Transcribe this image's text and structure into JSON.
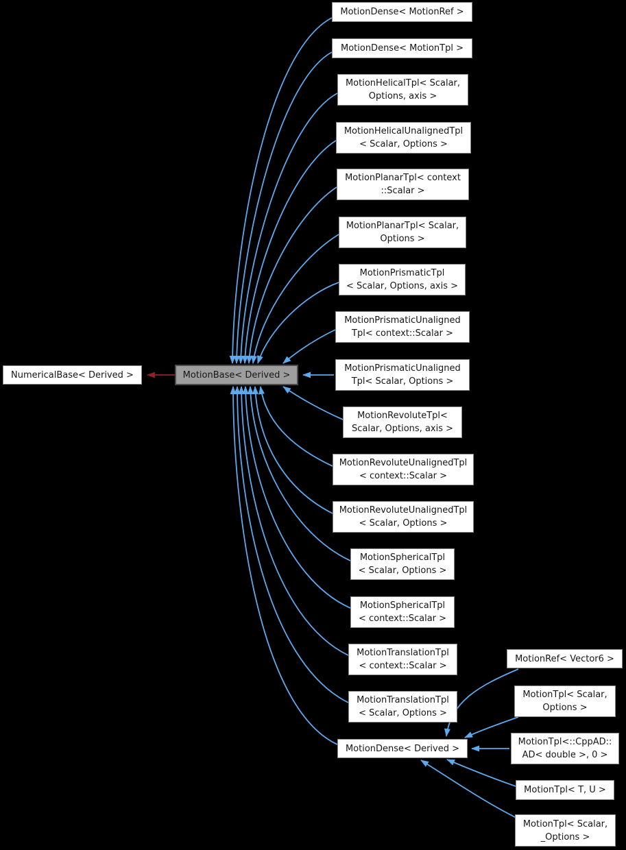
{
  "colors": {
    "background": "#000000",
    "edge_inheritance": "#5da9ee",
    "edge_secondary": "#8e2424",
    "node_fill": "#ffffff",
    "node_border": "#878787",
    "focus_fill": "#9e9e9e",
    "focus_border": "#4c4c4c",
    "text": "#161616"
  },
  "nodes": [
    {
      "id": "motion-dense-motion-ref",
      "lines": [
        "MotionDense< MotionRef >"
      ],
      "role": "default"
    },
    {
      "id": "motion-dense-motion-tpl",
      "lines": [
        "MotionDense< MotionTpl >"
      ],
      "role": "default"
    },
    {
      "id": "motion-helical-tpl",
      "lines": [
        "MotionHelicalTpl< Scalar,",
        "Options, axis >"
      ],
      "role": "default"
    },
    {
      "id": "motion-helical-unaligned-tpl",
      "lines": [
        "MotionHelicalUnalignedTpl",
        "< Scalar, Options >"
      ],
      "role": "default"
    },
    {
      "id": "motion-planar-tpl-context",
      "lines": [
        "MotionPlanarTpl< context",
        "::Scalar >"
      ],
      "role": "default"
    },
    {
      "id": "motion-planar-tpl-scalar",
      "lines": [
        "MotionPlanarTpl< Scalar,",
        "Options >"
      ],
      "role": "default"
    },
    {
      "id": "motion-prismatic-tpl",
      "lines": [
        "MotionPrismaticTpl",
        "< Scalar, Options, axis >"
      ],
      "role": "default"
    },
    {
      "id": "motion-prismatic-unaligned-tpl-context",
      "lines": [
        "MotionPrismaticUnaligned",
        "Tpl< context::Scalar >"
      ],
      "role": "default"
    },
    {
      "id": "motion-prismatic-unaligned-tpl-scalar",
      "lines": [
        "MotionPrismaticUnaligned",
        "Tpl< Scalar, Options >"
      ],
      "role": "default"
    },
    {
      "id": "motion-revolute-tpl",
      "lines": [
        "MotionRevoluteTpl<",
        "Scalar, Options, axis >"
      ],
      "role": "default"
    },
    {
      "id": "motion-revolute-unaligned-tpl-context",
      "lines": [
        "MotionRevoluteUnalignedTpl",
        "< context::Scalar >"
      ],
      "role": "default"
    },
    {
      "id": "motion-revolute-unaligned-tpl-scalar",
      "lines": [
        "MotionRevoluteUnalignedTpl",
        "< Scalar, Options >"
      ],
      "role": "default"
    },
    {
      "id": "motion-spherical-tpl-scalar",
      "lines": [
        "MotionSphericalTpl",
        "< Scalar, Options >"
      ],
      "role": "default"
    },
    {
      "id": "motion-spherical-tpl-context",
      "lines": [
        "MotionSphericalTpl",
        "< context::Scalar >"
      ],
      "role": "default"
    },
    {
      "id": "motion-translation-tpl-context",
      "lines": [
        "MotionTranslationTpl",
        "< context::Scalar >"
      ],
      "role": "default"
    },
    {
      "id": "motion-translation-tpl-scalar",
      "lines": [
        "MotionTranslationTpl",
        "< Scalar, Options >"
      ],
      "role": "default"
    },
    {
      "id": "motion-dense-derived",
      "lines": [
        "MotionDense< Derived >"
      ],
      "role": "default"
    },
    {
      "id": "motion-ref-vector6",
      "lines": [
        "MotionRef< Vector6 >"
      ],
      "role": "default"
    },
    {
      "id": "motion-tpl-scalar-options",
      "lines": [
        "MotionTpl< Scalar,",
        "Options >"
      ],
      "role": "default"
    },
    {
      "id": "motion-tpl-cppad",
      "lines": [
        "MotionTpl<::CppAD::",
        "AD< double >, 0 >"
      ],
      "role": "default"
    },
    {
      "id": "motion-tpl-t-u",
      "lines": [
        "MotionTpl< T, U >"
      ],
      "role": "default"
    },
    {
      "id": "motion-tpl-scalar-underscore-options",
      "lines": [
        "MotionTpl< Scalar,",
        "_Options >"
      ],
      "role": "default"
    },
    {
      "id": "numerical-base-derived",
      "lines": [
        "NumericalBase< Derived >"
      ],
      "role": "default"
    },
    {
      "id": "motion-base-derived",
      "lines": [
        "MotionBase< Derived >"
      ],
      "role": "focus"
    }
  ],
  "edges": [
    {
      "from": "motion-dense-motion-ref",
      "to": "motion-base-derived",
      "kind": "inheritance"
    },
    {
      "from": "motion-dense-motion-tpl",
      "to": "motion-base-derived",
      "kind": "inheritance"
    },
    {
      "from": "motion-helical-tpl",
      "to": "motion-base-derived",
      "kind": "inheritance"
    },
    {
      "from": "motion-helical-unaligned-tpl",
      "to": "motion-base-derived",
      "kind": "inheritance"
    },
    {
      "from": "motion-planar-tpl-context",
      "to": "motion-base-derived",
      "kind": "inheritance"
    },
    {
      "from": "motion-planar-tpl-scalar",
      "to": "motion-base-derived",
      "kind": "inheritance"
    },
    {
      "from": "motion-prismatic-tpl",
      "to": "motion-base-derived",
      "kind": "inheritance"
    },
    {
      "from": "motion-prismatic-unaligned-tpl-context",
      "to": "motion-base-derived",
      "kind": "inheritance"
    },
    {
      "from": "motion-prismatic-unaligned-tpl-scalar",
      "to": "motion-base-derived",
      "kind": "inheritance"
    },
    {
      "from": "motion-revolute-tpl",
      "to": "motion-base-derived",
      "kind": "inheritance"
    },
    {
      "from": "motion-revolute-unaligned-tpl-context",
      "to": "motion-base-derived",
      "kind": "inheritance"
    },
    {
      "from": "motion-revolute-unaligned-tpl-scalar",
      "to": "motion-base-derived",
      "kind": "inheritance"
    },
    {
      "from": "motion-spherical-tpl-scalar",
      "to": "motion-base-derived",
      "kind": "inheritance"
    },
    {
      "from": "motion-spherical-tpl-context",
      "to": "motion-base-derived",
      "kind": "inheritance"
    },
    {
      "from": "motion-translation-tpl-context",
      "to": "motion-base-derived",
      "kind": "inheritance"
    },
    {
      "from": "motion-translation-tpl-scalar",
      "to": "motion-base-derived",
      "kind": "inheritance"
    },
    {
      "from": "motion-dense-derived",
      "to": "motion-base-derived",
      "kind": "inheritance"
    },
    {
      "from": "motion-ref-vector6",
      "to": "motion-dense-derived",
      "kind": "inheritance"
    },
    {
      "from": "motion-tpl-scalar-options",
      "to": "motion-dense-derived",
      "kind": "inheritance"
    },
    {
      "from": "motion-tpl-cppad",
      "to": "motion-dense-derived",
      "kind": "inheritance"
    },
    {
      "from": "motion-tpl-t-u",
      "to": "motion-dense-derived",
      "kind": "inheritance"
    },
    {
      "from": "motion-tpl-scalar-underscore-options",
      "to": "motion-dense-derived",
      "kind": "inheritance"
    },
    {
      "from": "motion-base-derived",
      "to": "numerical-base-derived",
      "kind": "secondary"
    }
  ]
}
